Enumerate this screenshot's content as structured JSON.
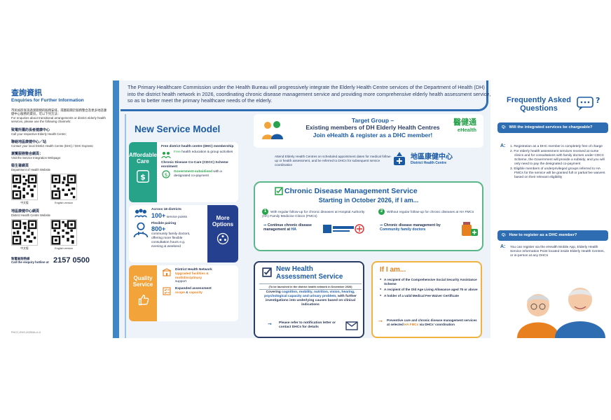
{
  "enquiries": {
    "title_zh": "查詢資訊",
    "title_en": "Enquiries for Further Information",
    "intro_zh": "市民如欲查詢過渡期間的服務安排，或獲取關於服務整合及更多地區康健中心服務的資訊，可以下列方法：",
    "intro_en": "For enquiries about transitional arrangements or district elderly health services, please use the following channels:",
    "ehc_zh": "致電所屬的長者健康中心",
    "ehc_en": "Call your respective Elderly Health Centre;",
    "dhc_zh": "聯絡地區康健中心／站",
    "dhc_en": "Contact your local District Health Centre (DHC) / DHC Express;",
    "web_zh": "瀏覽服務整合網頁：",
    "web_en": "Visit the Service Integration Webpage:",
    "dh_zh": "衞生署網頁",
    "dh_en": "Department of Health Website",
    "dhcweb_zh": "地區康健中心網頁",
    "dhcweb_en": "District Health Centre Website",
    "qr_zh": "中文版",
    "qr_en": "English version",
    "hotline_zh": "致電查詢熱線",
    "hotline_en": "Call the enquiry hotline at",
    "hotline_num": "2157 0500",
    "print_code": "PHCC-EHS-202508-v1.0"
  },
  "intro": "The Primary Healthcare Commission under the Health Bureau will progressively integrate the Elderly Health Centre services of the Department of Health (DH) into the district health network in 2026, coordinating chronic disease management service and providing more comprehensive elderly health assessment service, so as to better meet the primary healthcare needs of the elderly.",
  "model": {
    "title": "New Service Model",
    "affordable": {
      "label": "Affordable Care",
      "l1": "Free district health centre (DHC) membership",
      "l2_a": "Free",
      "l2_b": "health education & group activities",
      "l3": "Chronic Disease Co-Care (CDCC) Scheme enrolment",
      "l4_a": "Government-subsidised",
      "l4_b": "with a designated co-payment"
    },
    "more": {
      "label": "More Options",
      "l1": "Across 18 districts",
      "num1": "100+",
      "l2": "service points",
      "l3": "Flexible pairing",
      "num2": "800+",
      "l4": "community family doctors, offering more flexible consultation hours e.g. evening & weekend"
    },
    "quality": {
      "label": "Quality Service",
      "l1": "District Health Network",
      "l2": "Upgraded facilities & multidisciplinary",
      "l3": "support",
      "l4": "Expanded assessment",
      "l5_a": "scope",
      "l5_b": "&",
      "l5_c": "capacity"
    }
  },
  "target": {
    "l1": "Target Group –",
    "l2": "Existing members of DH Elderly Health Centres",
    "l3": "Join eHealth & register as a DHC member!",
    "ehealth_zh": "醫健通",
    "ehealth_en": "eHealth",
    "attend": "Attend Elderly Health Centres on scheduled appointment dates for medical follow-up or health assessment, and be referred to DHCs for subsequent service coordination",
    "dhc_zh": "地區康健中心",
    "dhc_en": "District Health Centre"
  },
  "cdms": {
    "title": "Chronic Disease Management Service",
    "sub": "Starting in October 2026, if I am...",
    "o1_num": "1",
    "o1_text": "With regular follow-up for chronic diseases at Hospital Authority (HA) Family Medicine Clinics (FMCs)",
    "o1_res_a": "Continue chronic disease management at",
    "o1_res_b": "HA",
    "o2_num": "2",
    "o2_text": "Without regular follow-up for chronic diseases at HA FMCs",
    "o2_res_a": "Chronic disease management by",
    "o2_res_b": "Community family doctors"
  },
  "nha": {
    "title_a": "New Health",
    "title_b": "Assessment Service",
    "note": "(To be launched in the district health network in December 2026)",
    "body_a": "Covering",
    "body_b": "cognition, mobility, nutrition, vision, hearing, psychological capacity and urinary problem,",
    "body_c": "with further investigations into underlying causes based on clinical indications",
    "ref": "Please refer to notification letter or contact DHCs for details"
  },
  "ifam": {
    "title": "If I am...",
    "items": [
      "A recipient of the Comprehensive Social Security Assistance Scheme",
      "A recipient of the Old Age Living Allowance aged 75 or above",
      "A holder of a valid Medical Fee Waiver Certificate"
    ],
    "res_a": "Preventive care and chronic disease management services at selected",
    "res_b": "HA FMCs",
    "res_c": "via DHCs' coordination"
  },
  "faq": {
    "title": "Frequently Asked Questions",
    "q_label": "Q:",
    "a_label": "A:",
    "q1": "Will the integrated services be chargeable?",
    "a1": [
      "1. Registration as a DHC member is completely free of charge",
      "2. For elderly health assessment services received at nurse clinics and for consultations with family doctors under CDCC Scheme, the Government will provide a subsidy, and you will only need to pay the designated co-payment",
      "3. Eligible members of underprivileged groups referred to HA FMCs for the service will be granted full or partial fee waivers based on their relevant eligibility"
    ],
    "q2": "How to register as a DHC member?",
    "a2": "You can register via the eHealth Mobile App, Elderly Health Service Information Point located inside Elderly Health Centres, or in-person at any DHCs"
  },
  "colors": {
    "primary_blue": "#1a5aa5",
    "green": "#27a34b",
    "orange": "#e9801f",
    "navy": "#2a3c66"
  }
}
